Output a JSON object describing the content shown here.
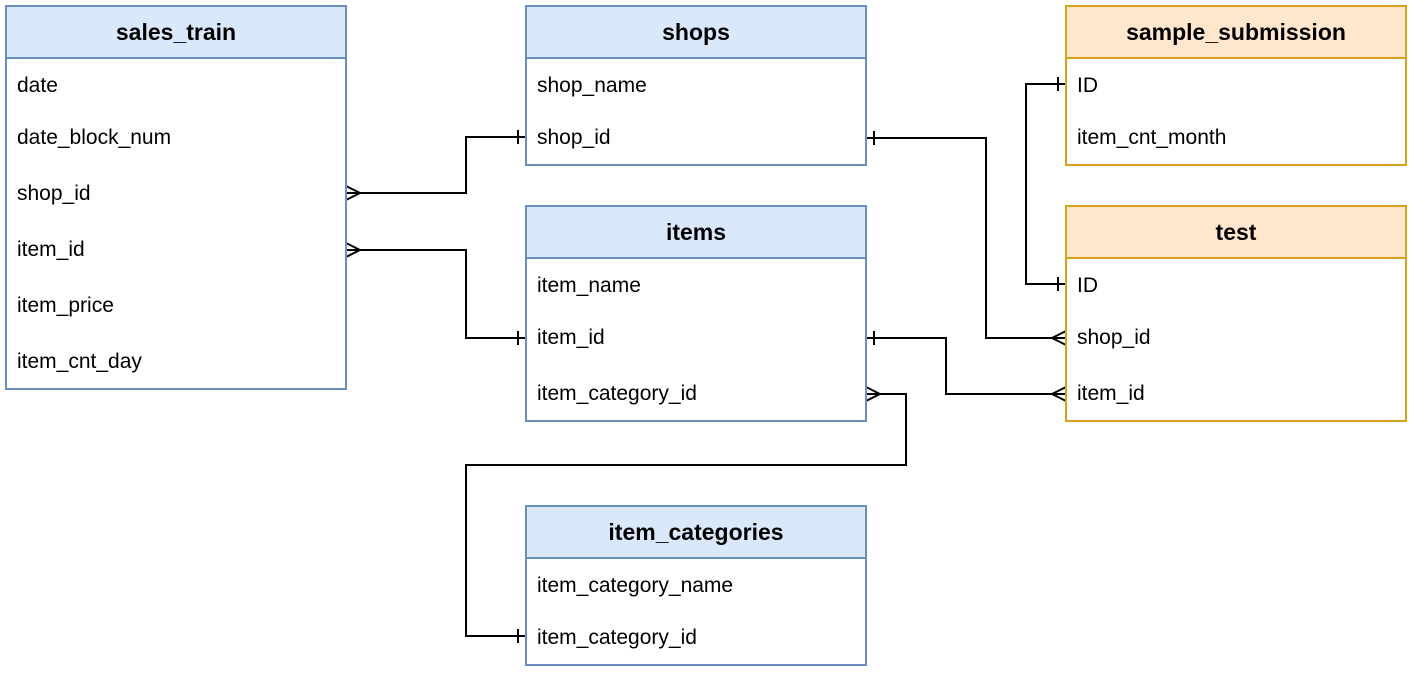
{
  "tables": {
    "sales_train": {
      "name": "sales_train",
      "fields": [
        "date",
        "date_block_num",
        "shop_id",
        "item_id",
        "item_price",
        "item_cnt_day"
      ]
    },
    "shops": {
      "name": "shops",
      "fields": [
        "shop_name",
        "shop_id"
      ]
    },
    "items": {
      "name": "items",
      "fields": [
        "item_name",
        "item_id",
        "item_category_id"
      ]
    },
    "item_categories": {
      "name": "item_categories",
      "fields": [
        "item_category_name",
        "item_category_id"
      ]
    },
    "sample_submission": {
      "name": "sample_submission",
      "fields": [
        "ID",
        "item_cnt_month"
      ]
    },
    "test": {
      "name": "test",
      "fields": [
        "ID",
        "shop_id",
        "item_id"
      ]
    }
  },
  "colors": {
    "train_border": "#6c8ebf",
    "train_header": "#dae8fc",
    "test_border": "#d6a21c",
    "test_header": "#ffe6cc"
  },
  "relationships": [
    {
      "from": "sales_train.shop_id",
      "from_cardinality": "many",
      "to": "shops.shop_id",
      "to_cardinality": "one"
    },
    {
      "from": "sales_train.item_id",
      "from_cardinality": "many",
      "to": "items.item_id",
      "to_cardinality": "one"
    },
    {
      "from": "items.item_category_id",
      "from_cardinality": "many",
      "to": "item_categories.item_category_id",
      "to_cardinality": "one"
    },
    {
      "from": "test.shop_id",
      "from_cardinality": "many",
      "to": "shops.shop_id",
      "to_cardinality": "one"
    },
    {
      "from": "test.item_id",
      "from_cardinality": "many",
      "to": "items.item_id",
      "to_cardinality": "one"
    },
    {
      "from": "sample_submission.ID",
      "from_cardinality": "one",
      "to": "test.ID",
      "to_cardinality": "one"
    }
  ]
}
